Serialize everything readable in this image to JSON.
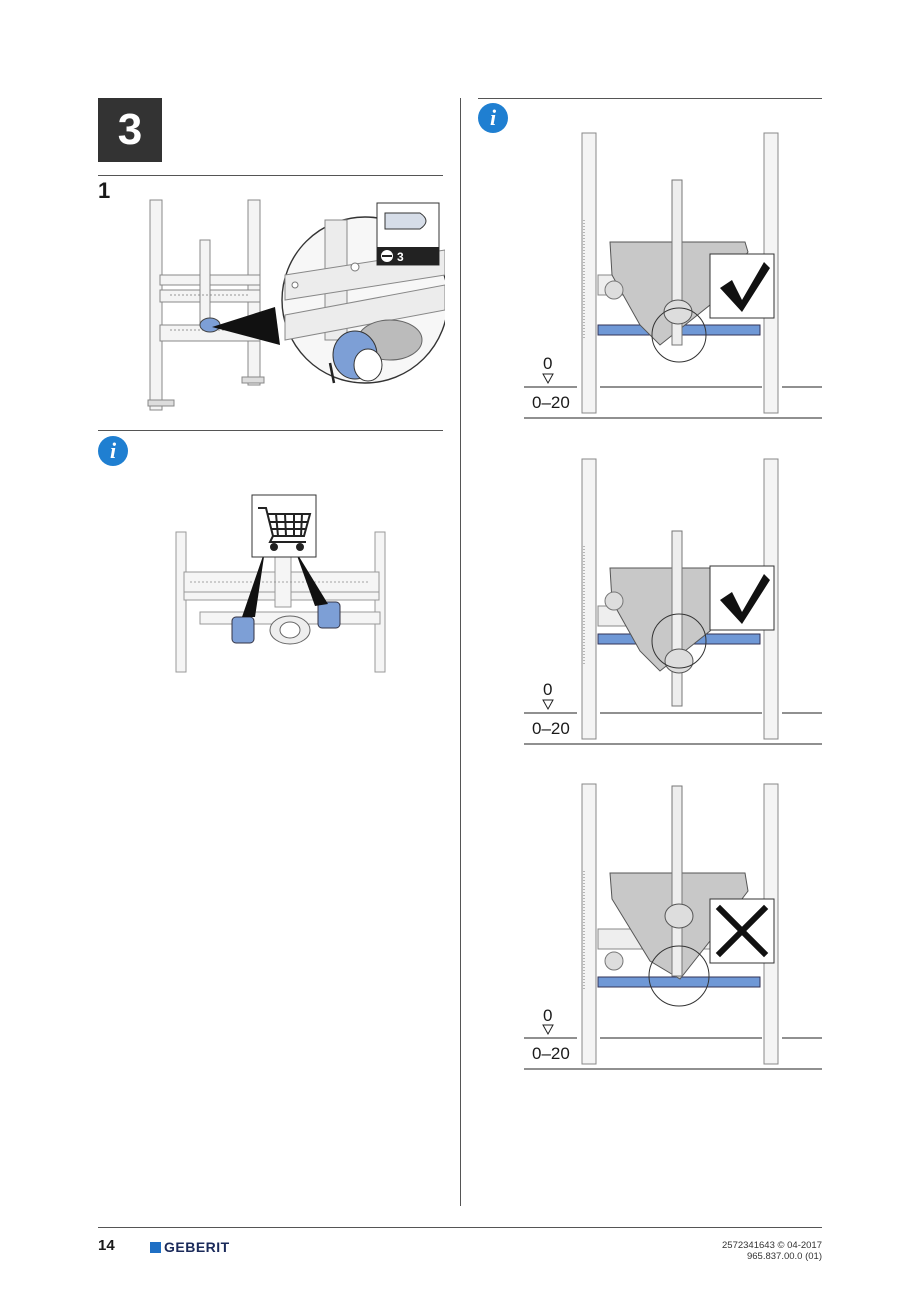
{
  "page": {
    "step_number": "3",
    "substep_number": "1",
    "tool_badge": "3",
    "level_zero": "0",
    "level_range": "0–20",
    "page_number": "14",
    "brand_name": "GEBERIT",
    "doc_line1": "2572341643 © 04-2017",
    "doc_line2": "965.837.00.0 (01)"
  },
  "colors": {
    "info_blue": "#1f7fd1",
    "pipe_blue": "#6f98d6",
    "brand_blue": "#1f6fc4",
    "dark_box": "#333333"
  },
  "icons": [
    "info-icon",
    "check-icon",
    "cross-icon",
    "shopping-cart-icon",
    "screwdriver-icon"
  ]
}
